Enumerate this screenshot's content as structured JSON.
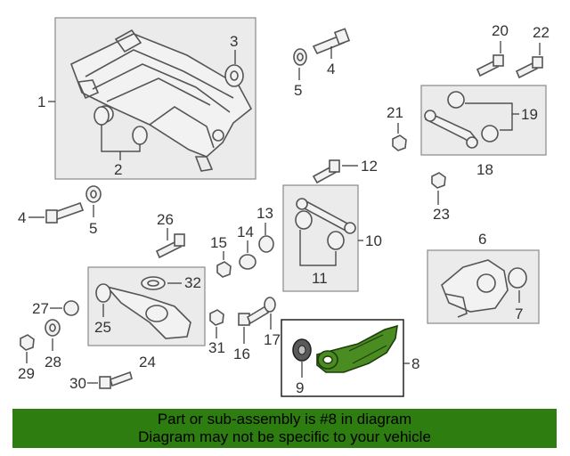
{
  "diagram": {
    "callouts": {
      "c1": "1",
      "c2": "2",
      "c3": "3",
      "c4a": "4",
      "c4b": "4",
      "c5a": "5",
      "c5b": "5",
      "c6": "6",
      "c7": "7",
      "c8": "8",
      "c9": "9",
      "c10": "10",
      "c11": "11",
      "c12": "12",
      "c13": "13",
      "c14": "14",
      "c15": "15",
      "c16": "16",
      "c17": "17",
      "c18": "18",
      "c19": "19",
      "c20": "20",
      "c21": "21",
      "c22": "22",
      "c23": "23",
      "c24": "24",
      "c25": "25",
      "c26": "26",
      "c27": "27",
      "c28": "28",
      "c29": "29",
      "c30": "30",
      "c31": "31",
      "c32": "32"
    },
    "highlight_color": "#4a8c22"
  },
  "banner": {
    "line1": "Part or sub-assembly is #8 in diagram",
    "line2": "Diagram may not be specific to your vehicle",
    "background": "#2e7d10"
  }
}
